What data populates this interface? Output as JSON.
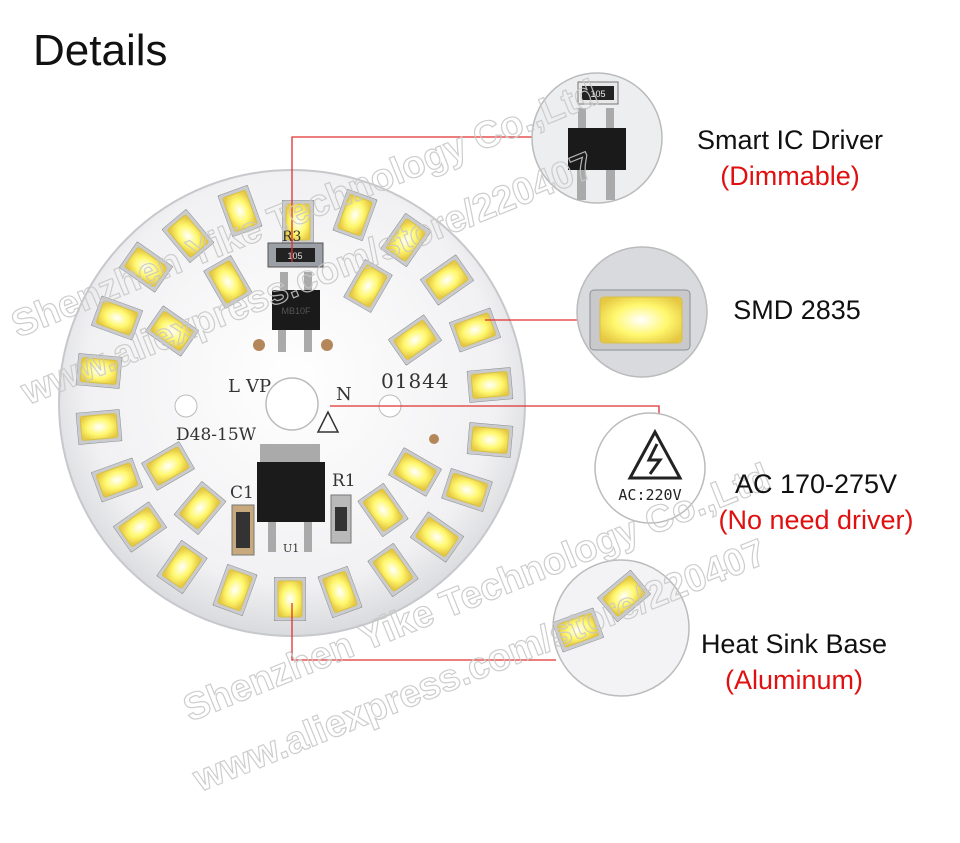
{
  "title": "Details",
  "features": [
    {
      "main": "Smart IC Driver",
      "sub": "(Dimmable)",
      "icon": "ic-chip-icon"
    },
    {
      "main": "SMD 2835",
      "sub": "",
      "icon": "smd-led-icon"
    },
    {
      "main": "AC 170-275V",
      "sub": "(No need driver)",
      "icon": "high-voltage-icon"
    },
    {
      "main": "Heat Sink Base",
      "sub": "(Aluminum)",
      "icon": "aluminum-base-icon"
    }
  ],
  "board": {
    "model": "D48-15W",
    "code": "01844",
    "pin_l": "L",
    "pin_vp": "VP",
    "pin_n": "N",
    "cap_label": "C1",
    "res_label": "R1",
    "ic_label": "U1",
    "ic_top_label": "R3",
    "chip_marking": "105",
    "chip_id": "MB10F",
    "warning_text": "AC:220V"
  },
  "watermark": {
    "line1": "Shenzhen Yike Technology Co.,Ltd",
    "line2": "www.aliexpress.com/store/220407"
  },
  "colors": {
    "accent_red": "#e01010",
    "leader_line": "#e03030",
    "pcb": "#f4f4f6",
    "led_yellow": "#fff56a"
  }
}
